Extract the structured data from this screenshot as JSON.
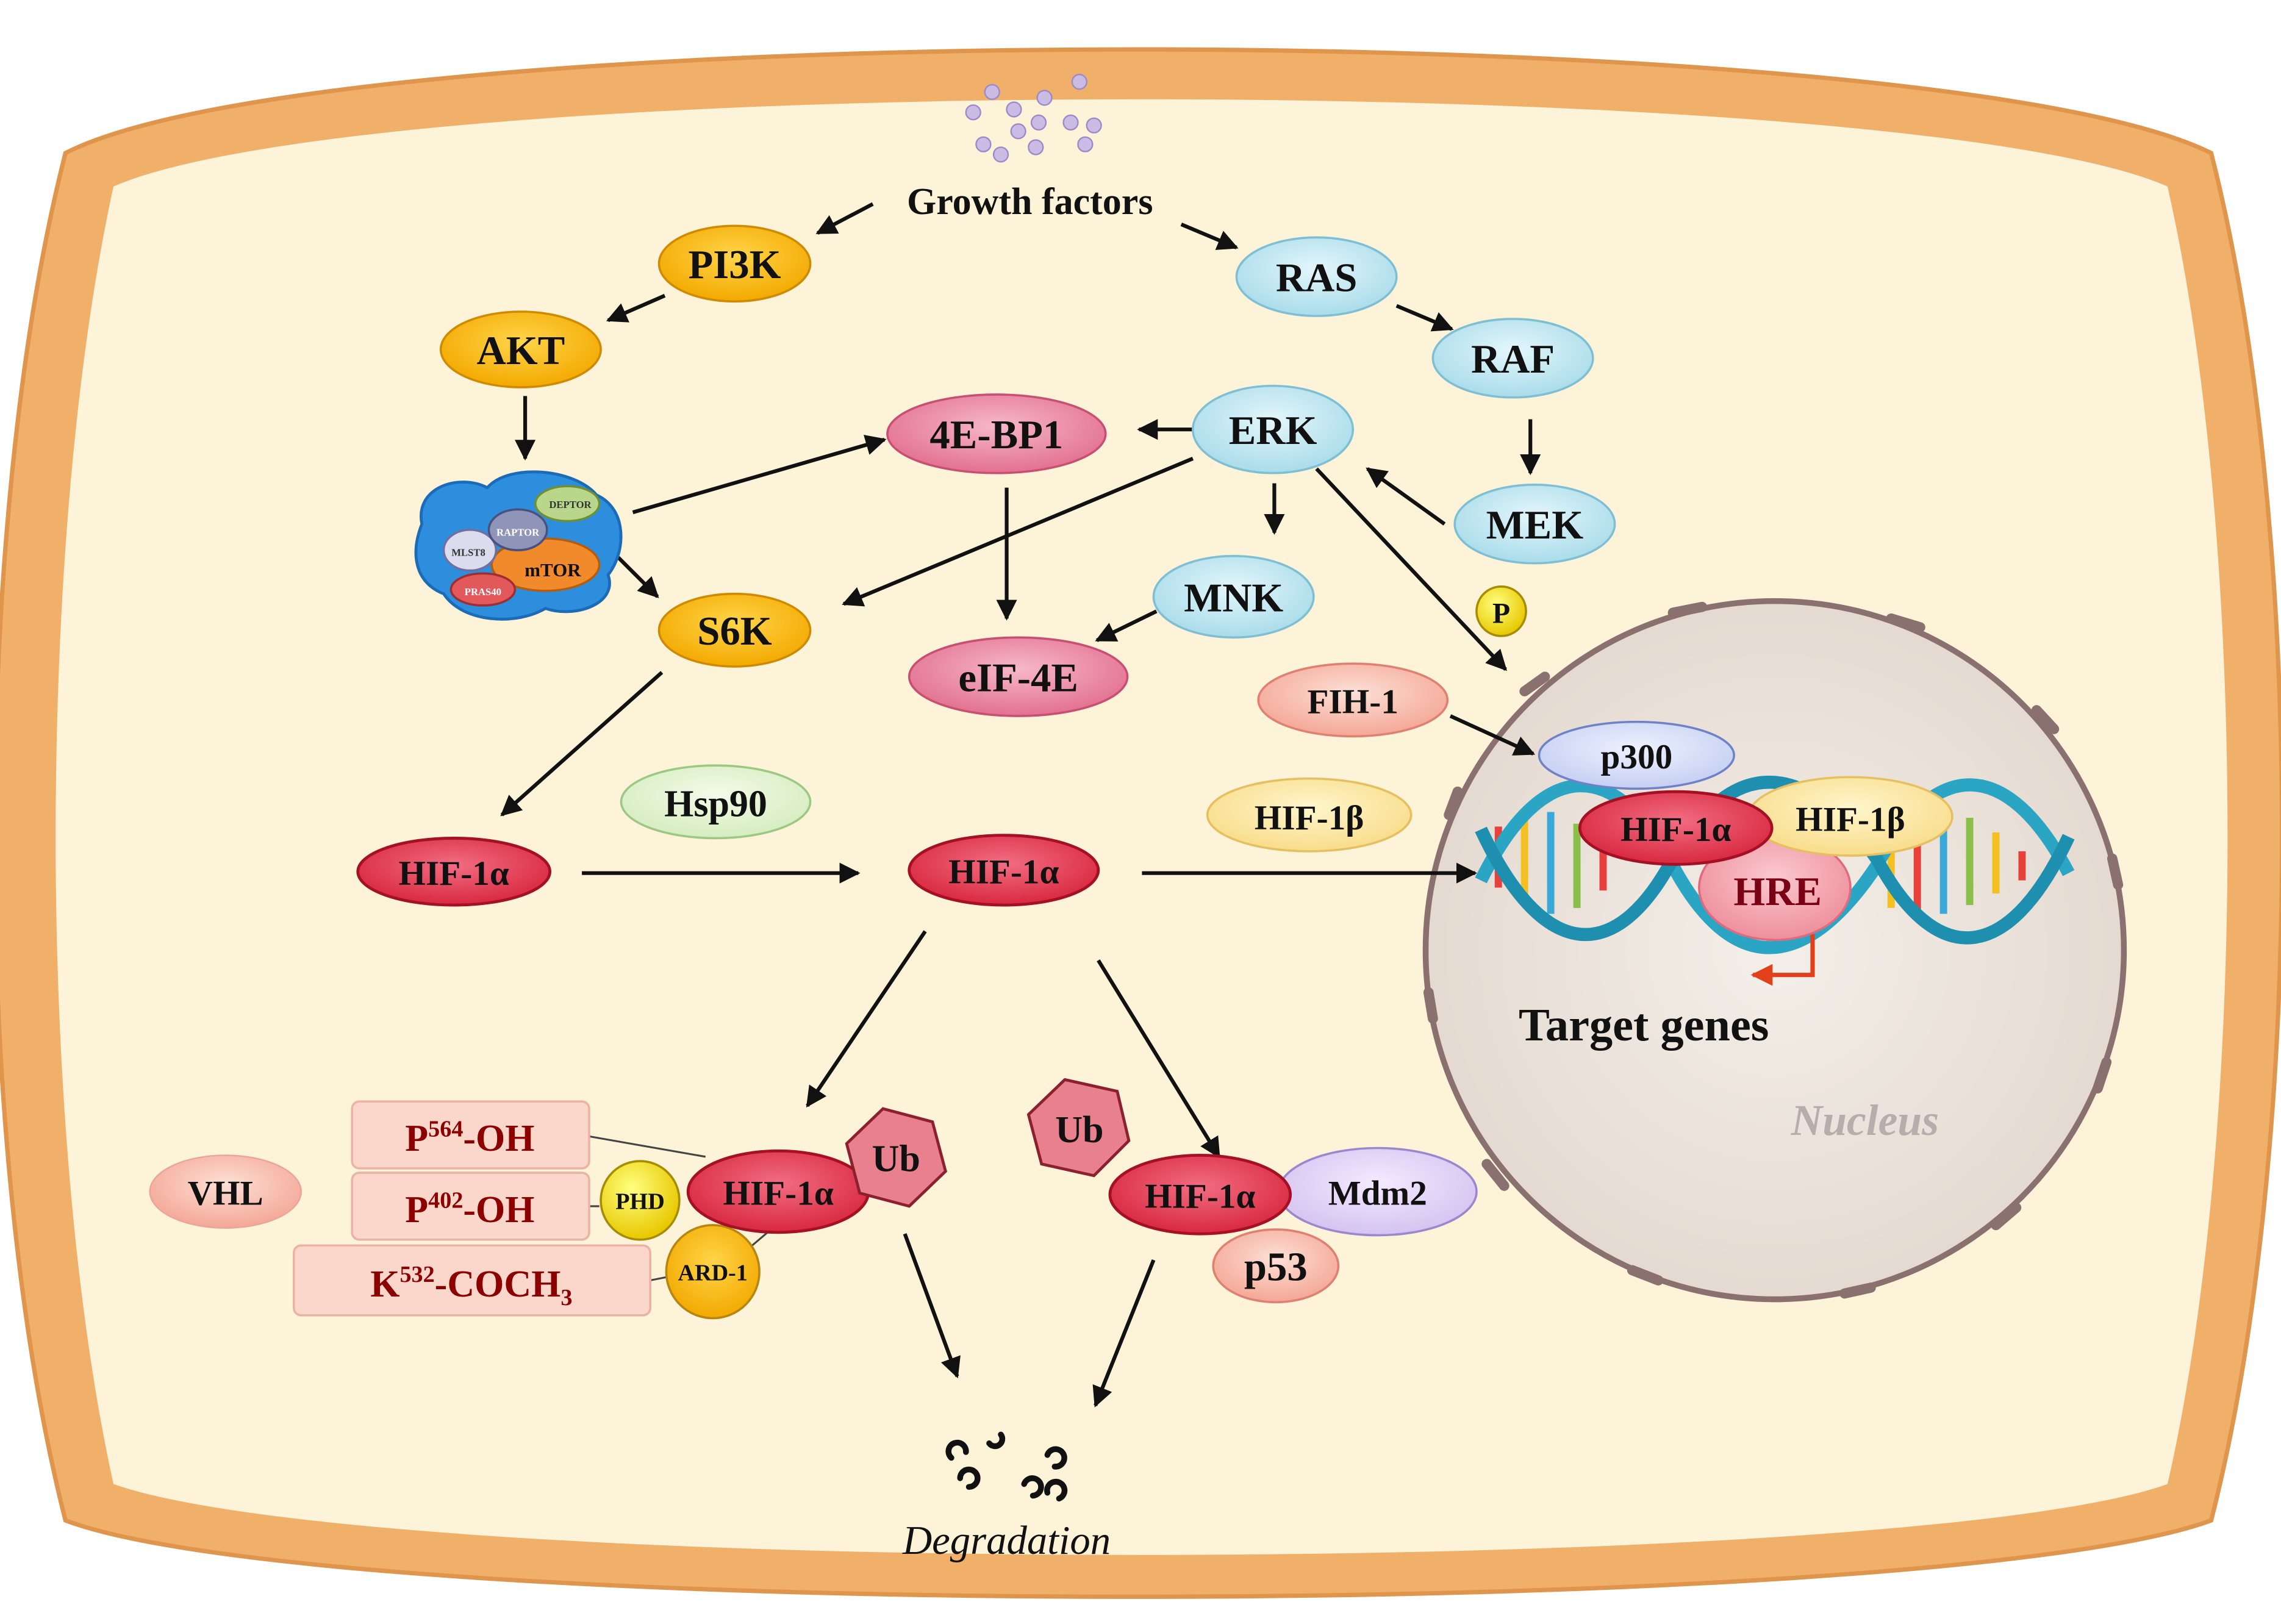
{
  "colors": {
    "cell_border": "#f2b46e",
    "cytoplasm": "#fdf3d8",
    "pi3k_pathway": "#f7b500",
    "mapk_pathway": "#bfe6f0",
    "hif_alpha": "#e0405a",
    "hif_beta": "#fbe7a0",
    "pink_target": "#ef8aa8",
    "nucleus": "#eae2da"
  },
  "labels": {
    "growth_factors": "Growth factors",
    "pi3k": "PI3K",
    "akt": "AKT",
    "ras": "RAS",
    "raf": "RAF",
    "mek": "MEK",
    "erk": "ERK",
    "four_ebp1": "4E-BP1",
    "eif4e": "eIF-4E",
    "mnk": "MNK",
    "s6k": "S6K",
    "p_phospho": "P",
    "fih1": "FIH-1",
    "p300": "p300",
    "hif1b_cyto": "HIF-1β",
    "hsp90": "Hsp90",
    "hif1a_left": "HIF-1α",
    "hif1a_center": "HIF-1α",
    "hif1a_nucleus": "HIF-1α",
    "hif1b_nucleus": "HIF-1β",
    "hre": "HRE",
    "target_genes": "Target genes",
    "nucleus": "Nucleus",
    "vhl": "VHL",
    "p564_base": "P",
    "p564_sup": "564",
    "p564_suffix": "-OH",
    "p402_base": "P",
    "p402_sup": "402",
    "p402_suffix": "-OH",
    "k532_base": "K",
    "k532_sup": "532",
    "k532_suffix": "-COCH",
    "k532_sub": "3",
    "phd": "PHD",
    "ard1": "ARD-1",
    "hif1a_vhl": "HIF-1α",
    "ub_left": "Ub",
    "ub_right": "Ub",
    "hif1a_mdm2": "HIF-1α",
    "mdm2": "Mdm2",
    "p53": "p53",
    "degradation": "Degradation"
  },
  "mtor_complex": {
    "mtor": "mTOR",
    "raptor": "RAPTOR",
    "deptor": "DEPTOR",
    "mlst8": "MLST8",
    "pras40": "PRAS40"
  }
}
